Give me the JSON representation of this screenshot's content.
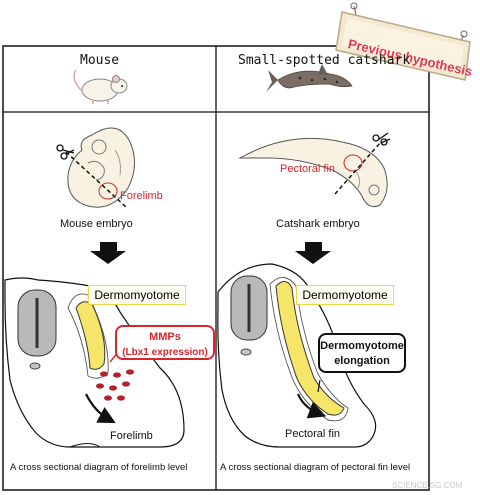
{
  "sign": {
    "text": "Previous hypothesis"
  },
  "left": {
    "species": "Mouse",
    "limb_label": "Forelimb",
    "embryo_caption": "Mouse embryo",
    "dermo_label": "Dermomyotome",
    "mmp_title": "MMPs",
    "mmp_sub": "(Lbx1 expression)",
    "limb_section_label": "Forelimb",
    "bottom_caption": "A cross sectional diagram of forelimb level"
  },
  "right": {
    "species": "Small-spotted catshark",
    "fin_label": "Pectoral fin",
    "embryo_caption": "Catshark embryo",
    "dermo_label": "Dermomyotome",
    "elong_line1": "Dermomyotome",
    "elong_line2": "elongation",
    "fin_section_label": "Pectoral fin",
    "bottom_caption": "A cross sectional diagram of pectoral fin level"
  },
  "watermark": "SCIENCE.SG.COM",
  "colors": {
    "accent_red": "#d8262d",
    "yellow": "#f5e66a",
    "sign_red": "#e2384f",
    "gray": "#b9b9b9"
  }
}
